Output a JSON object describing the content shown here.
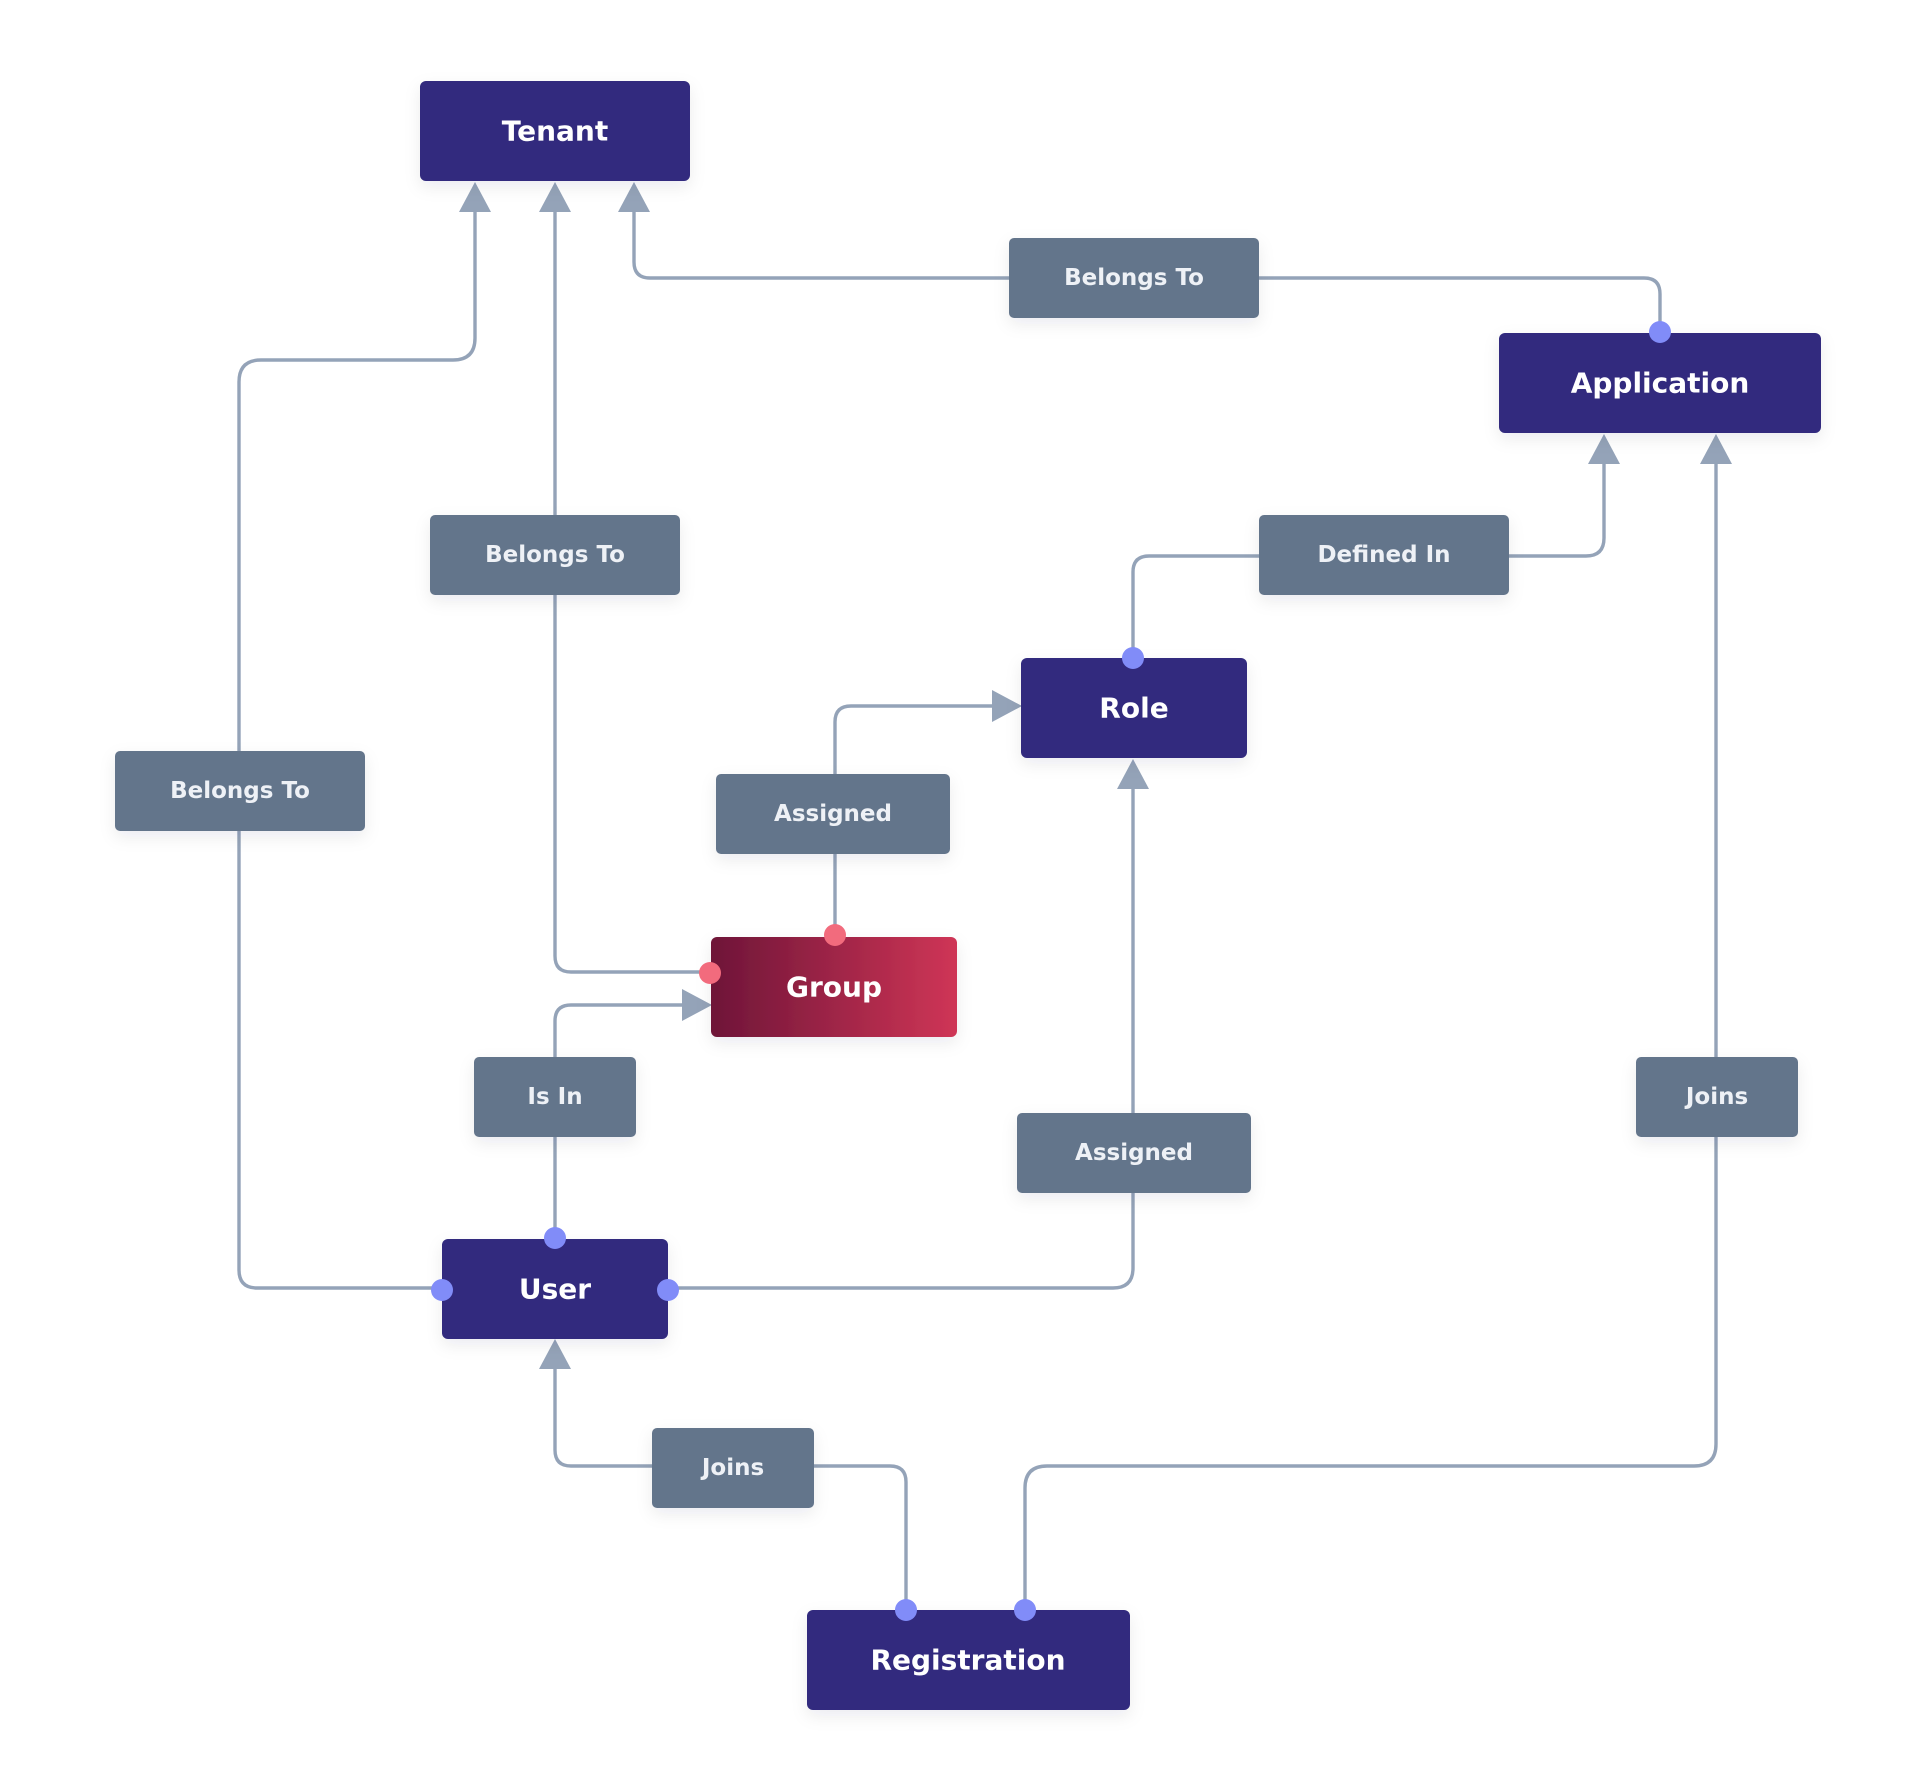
{
  "colors": {
    "entity_fill": "#312c7e",
    "group_gradient_start": "#6e1538",
    "group_gradient_end": "#cf3556",
    "label_fill": "#64748b",
    "connector_line": "#94a3b8",
    "endpoint_dot": "#818cf8",
    "group_endpoint_dot": "#f26b7d"
  },
  "entities": {
    "tenant": "Tenant",
    "application": "Application",
    "role": "Role",
    "group": "Group",
    "user": "User",
    "registration": "Registration"
  },
  "relations": {
    "application_belongs_to_tenant": "Belongs To",
    "group_belongs_to_tenant": "Belongs To",
    "user_belongs_to_tenant": "Belongs To",
    "role_defined_in_application": "Defined In",
    "group_assigned_role": "Assigned",
    "user_assigned_role": "Assigned",
    "user_is_in_group": "Is In",
    "registration_joins_user": "Joins",
    "registration_joins_application": "Joins"
  }
}
